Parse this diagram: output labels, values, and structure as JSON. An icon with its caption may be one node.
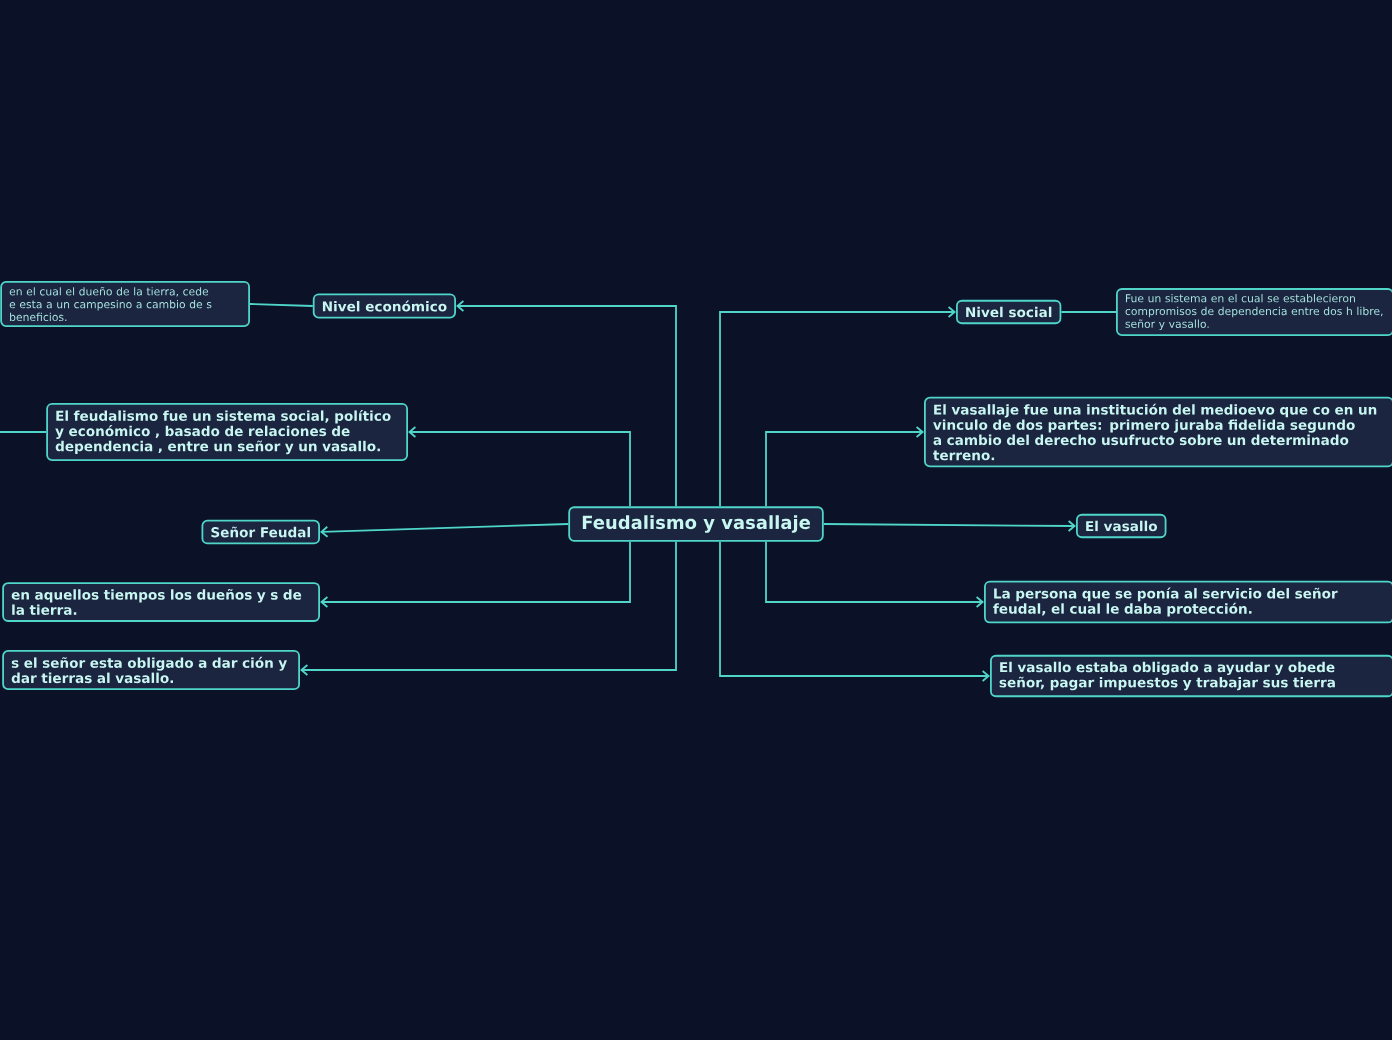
{
  "diagram": {
    "nodes": [
      {
        "text": [
          "Feudalismo y vasallaje"
        ]
      },
      {
        "text": [
          "Nivel económico"
        ]
      },
      {
        "text": [
          "en el cual el dueño de la tierra, cede e esta a un campesino a cambio de s beneficios."
        ]
      },
      {
        "text": [
          "El feudalismo fue un sistema social, político y económico , basado de relaciones de dependencia , entre un señor y un vasallo."
        ]
      },
      {
        "text": [
          "Señor Feudal"
        ]
      },
      {
        "text": [
          "en aquellos tiempos los dueños y s de la tierra."
        ]
      },
      {
        "text": [
          "s el señor esta obligado a dar ción y dar tierras al vasallo."
        ]
      },
      {
        "text": [
          "Nivel social"
        ]
      },
      {
        "text": [
          "Fue un sistema en el cual se establecieron compromisos de dependencia entre dos h libre, señor y vasallo."
        ]
      },
      {
        "text": [
          "El vasallaje fue una institución del medioevo que co en un vinculo de dos partes: primero juraba fidelida segundo a cambio del derecho usufructo sobre un determinado terreno."
        ]
      },
      {
        "text": [
          "El vasallo"
        ]
      },
      {
        "text": [
          "La persona que se ponía al servicio del señor feudal, el cual le daba protección."
        ]
      },
      {
        "text": [
          "El vasallo estaba obligado a ayudar y obede señor, pagar impuestos y trabajar sus tierra"
        ]
      }
    ],
    "edges": [
      {
        "from": 0,
        "to": 1,
        "arrow": "to"
      },
      {
        "from": 0,
        "to": 3,
        "arrow": "to"
      },
      {
        "from": 0,
        "to": 4,
        "arrow": "to"
      },
      {
        "from": 0,
        "to": 5,
        "arrow": "to"
      },
      {
        "from": 0,
        "to": 6,
        "arrow": "to"
      },
      {
        "from": 0,
        "to": 7,
        "arrow": "to"
      },
      {
        "from": 0,
        "to": 9,
        "arrow": "to"
      },
      {
        "from": 0,
        "to": 10,
        "arrow": "to"
      },
      {
        "from": 0,
        "to": 11,
        "arrow": "to"
      },
      {
        "from": 0,
        "to": 12,
        "arrow": "to"
      },
      {
        "from": 1,
        "to": 2,
        "arrow": "none"
      },
      {
        "from": 7,
        "to": 8,
        "arrow": "none"
      },
      {
        "from": 3,
        "to": null,
        "arrow": "none"
      }
    ]
  }
}
